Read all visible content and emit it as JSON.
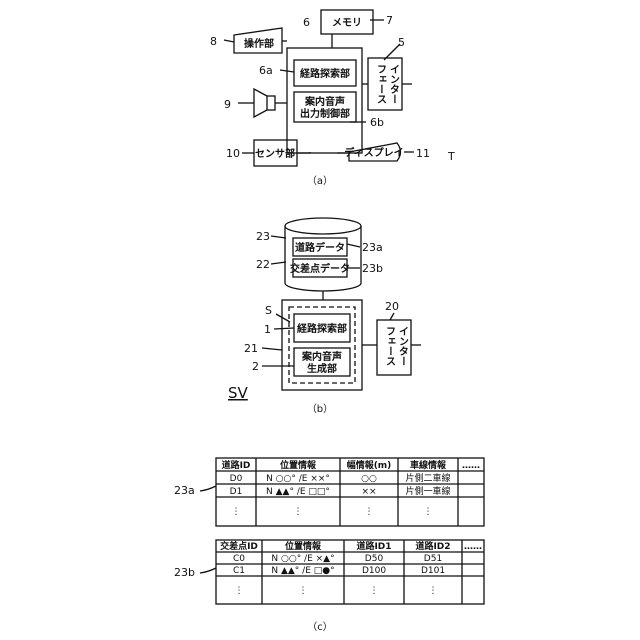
{
  "fig_a": {
    "memory": "メモリ",
    "operation": "操作部",
    "route_search": "経路探索部",
    "guide_voice_line1": "案内音声",
    "guide_voice_line2": "出力制御部",
    "interface_line1": "インター",
    "interface_line2": "フェース",
    "sensor": "センサ部",
    "display": "ディスプレイ",
    "ref_6": "6",
    "ref_7": "7",
    "ref_8": "8",
    "ref_5": "5",
    "ref_6a": "6a",
    "ref_9": "9",
    "ref_6b": "6b",
    "ref_10": "10",
    "ref_11": "11",
    "terminal_mark": "T",
    "caption": "（a）"
  },
  "fig_b": {
    "road_data": "道路データ",
    "intersection_data": "交差点データ",
    "route_search": "経路探索部",
    "guide_voice_line1": "案内音声",
    "guide_voice_line2": "生成部",
    "interface_line1": "インター",
    "interface_line2": "フェース",
    "ref_23": "23",
    "ref_22": "22",
    "ref_23a": "23a",
    "ref_23b": "23b",
    "ref_S": "S",
    "ref_20": "20",
    "ref_1": "1",
    "ref_21": "21",
    "ref_2": "2",
    "server_mark": "SV",
    "caption": "（b）"
  },
  "fig_c": {
    "ref_23a": "23a",
    "ref_23b": "23b",
    "road_table": {
      "headers": [
        "道路ID",
        "位置情報",
        "幅情報(m)",
        "車線情報",
        "……"
      ],
      "rows": [
        [
          "D0",
          "N ○○° /E ××°",
          "○○",
          "片側二車線",
          ""
        ],
        [
          "D1",
          "N ▲▲° /E □□°",
          "××",
          "片側一車線",
          ""
        ],
        [
          "⋮",
          "⋮",
          "⋮",
          "⋮",
          ""
        ]
      ]
    },
    "intersection_table": {
      "headers": [
        "交差点ID",
        "位置情報",
        "道路ID1",
        "道路ID2",
        "……"
      ],
      "rows": [
        [
          "C0",
          "N ○○° /E ×▲°",
          "D50",
          "D51",
          ""
        ],
        [
          "C1",
          "N ▲▲° /E □●°",
          "D100",
          "D101",
          ""
        ],
        [
          "⋮",
          "⋮",
          "⋮",
          "⋮",
          ""
        ]
      ]
    },
    "caption": "（c）"
  }
}
